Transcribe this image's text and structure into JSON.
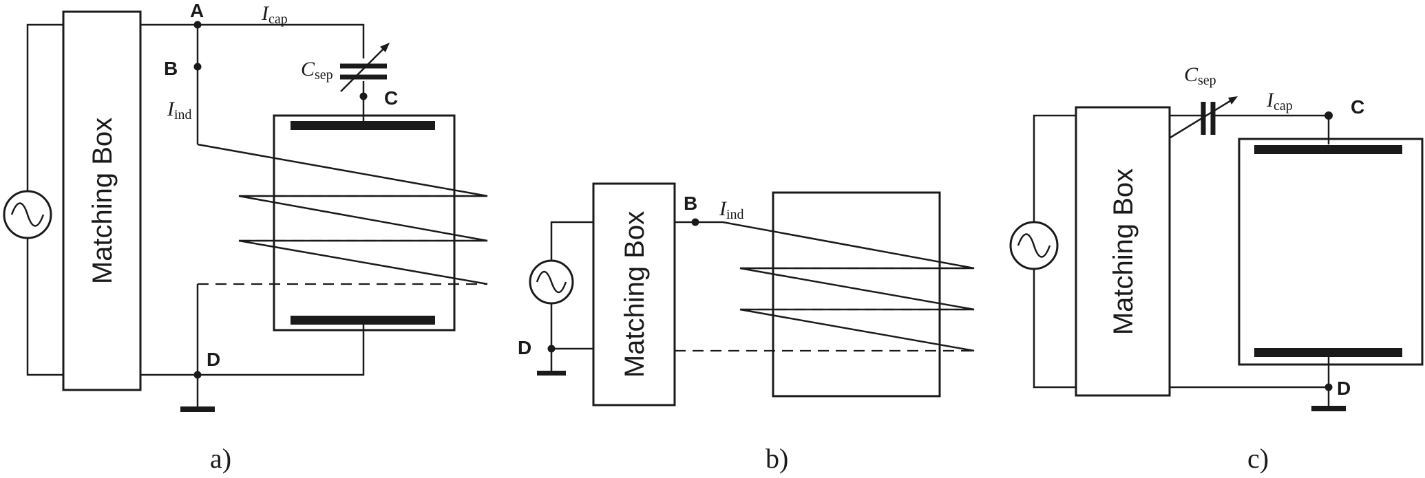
{
  "panels": {
    "a": {
      "caption": "a)",
      "matching_box": "Matching Box",
      "node_a": "A",
      "node_b": "B",
      "node_c": "C",
      "node_d": "D",
      "i_cap": {
        "sym": "I",
        "sub": "cap"
      },
      "i_ind": {
        "sym": "I",
        "sub": "ind"
      },
      "c_sep": {
        "sym": "C",
        "sub": "sep"
      }
    },
    "b": {
      "caption": "b)",
      "matching_box": "Matching Box",
      "node_b": "B",
      "node_d": "D",
      "i_ind": {
        "sym": "I",
        "sub": "ind"
      }
    },
    "c": {
      "caption": "c)",
      "matching_box": "Matching Box",
      "node_c": "C",
      "node_d": "D",
      "i_cap": {
        "sym": "I",
        "sub": "cap"
      },
      "c_sep": {
        "sym": "C",
        "sub": "sep"
      }
    }
  },
  "icons": [
    "ac-source-icon",
    "variable-capacitor-icon",
    "ground-icon",
    "electrode-plate"
  ],
  "colors": {
    "ink": "#1a1a1a",
    "background": "#ffffff"
  }
}
